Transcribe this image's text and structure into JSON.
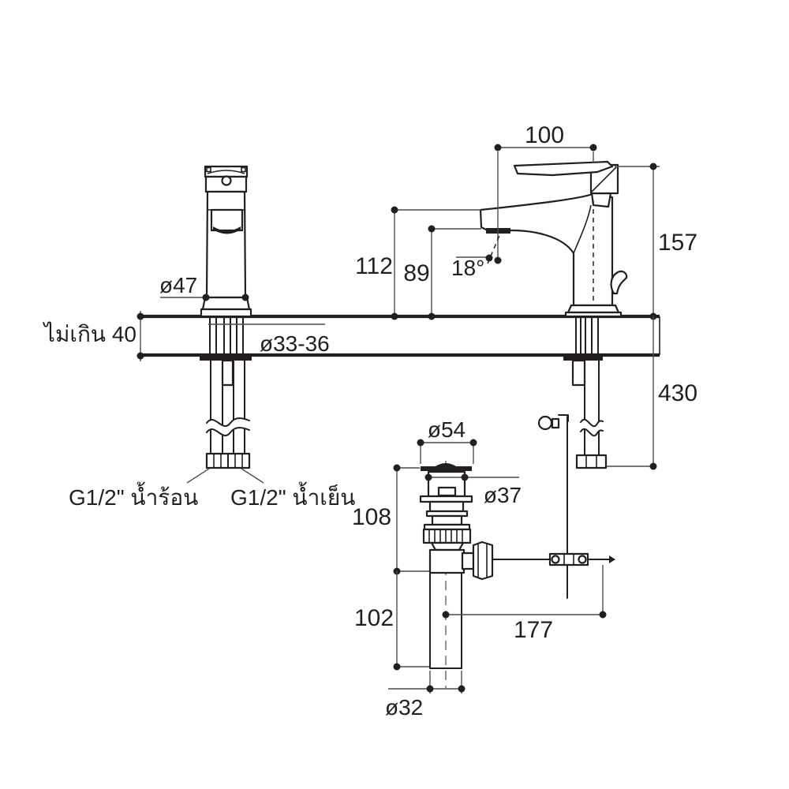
{
  "drawing": {
    "background": "#ffffff",
    "ink_color": "#231f20",
    "dim_color": "#4c4c4e",
    "side_view": {
      "spout_reach": "100",
      "total_height": "157",
      "spout_top_height": "112",
      "outlet_height": "89",
      "spout_angle": "18°"
    },
    "front_view": {
      "body_diameter": "ø47"
    },
    "counter": {
      "max_thickness": "ไม่เกิน 40",
      "hole_diameter": "ø33-36"
    },
    "supply": {
      "hose_length": "430",
      "hot_label": "G1/2\" น้ำร้อน",
      "cold_label": "G1/2\" น้ำเย็น"
    },
    "drain": {
      "flange_diameter": "ø54",
      "body_diameter": "ø37",
      "upper_height": "108",
      "lower_height": "102",
      "rod_length": "177",
      "pipe_diameter": "ø32"
    }
  }
}
